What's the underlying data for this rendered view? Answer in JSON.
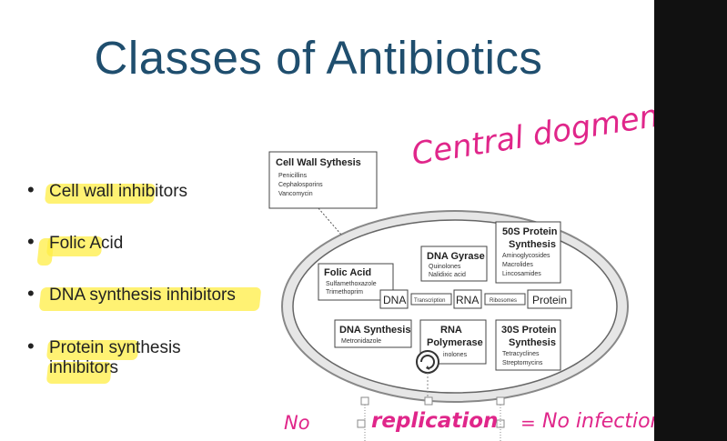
{
  "slide": {
    "title": "Classes of Antibiotics",
    "bullets": [
      {
        "label": "Cell wall inhibitors"
      },
      {
        "label": "Folic Acid"
      },
      {
        "label": "DNA synthesis inhibitors"
      },
      {
        "label": "Protein synthesis"
      },
      {
        "label": "inhibitors"
      }
    ]
  },
  "diagram": {
    "cell_wall": {
      "title": "Cell Wall Sythesis",
      "items": [
        "Penicillins",
        "Cephalosporins",
        "Vancomycin"
      ]
    },
    "folic_acid": {
      "title": "Folic Acid",
      "items": [
        "Sulfamethoxazole",
        "Trimethoprim"
      ]
    },
    "dna_gyrase": {
      "title": "DNA Gyrase",
      "items": [
        "Quinolones",
        "Nalidixic acid"
      ]
    },
    "s50": {
      "title1": "50S Protein",
      "title2": "Synthesis",
      "items": [
        "Aminoglycosides",
        "Macrolides",
        "Lincosamides"
      ]
    },
    "dna_synthesis": {
      "title": "DNA Synthesis",
      "items": [
        "Metronidazole"
      ]
    },
    "rna_poly": {
      "title1": "RNA",
      "title2": "Polymerase",
      "items": [
        "inolones"
      ]
    },
    "s30": {
      "title1": "30S Protein",
      "title2": "Synthesis",
      "items": [
        "Tetracyclines",
        "Streptomycins"
      ]
    },
    "flow": {
      "dna": "DNA",
      "rna": "RNA",
      "protein": "Protein",
      "transcription": "Transcription",
      "ribosomes": "Ribosomes"
    }
  },
  "annotations": {
    "central": "Central dogmen",
    "no": "No",
    "replication": "replication",
    "equals": "=",
    "no_infection": "No infection"
  },
  "colors": {
    "title": "#1f4e6e",
    "highlight": "#ffee44",
    "ink": "#e0268a"
  }
}
